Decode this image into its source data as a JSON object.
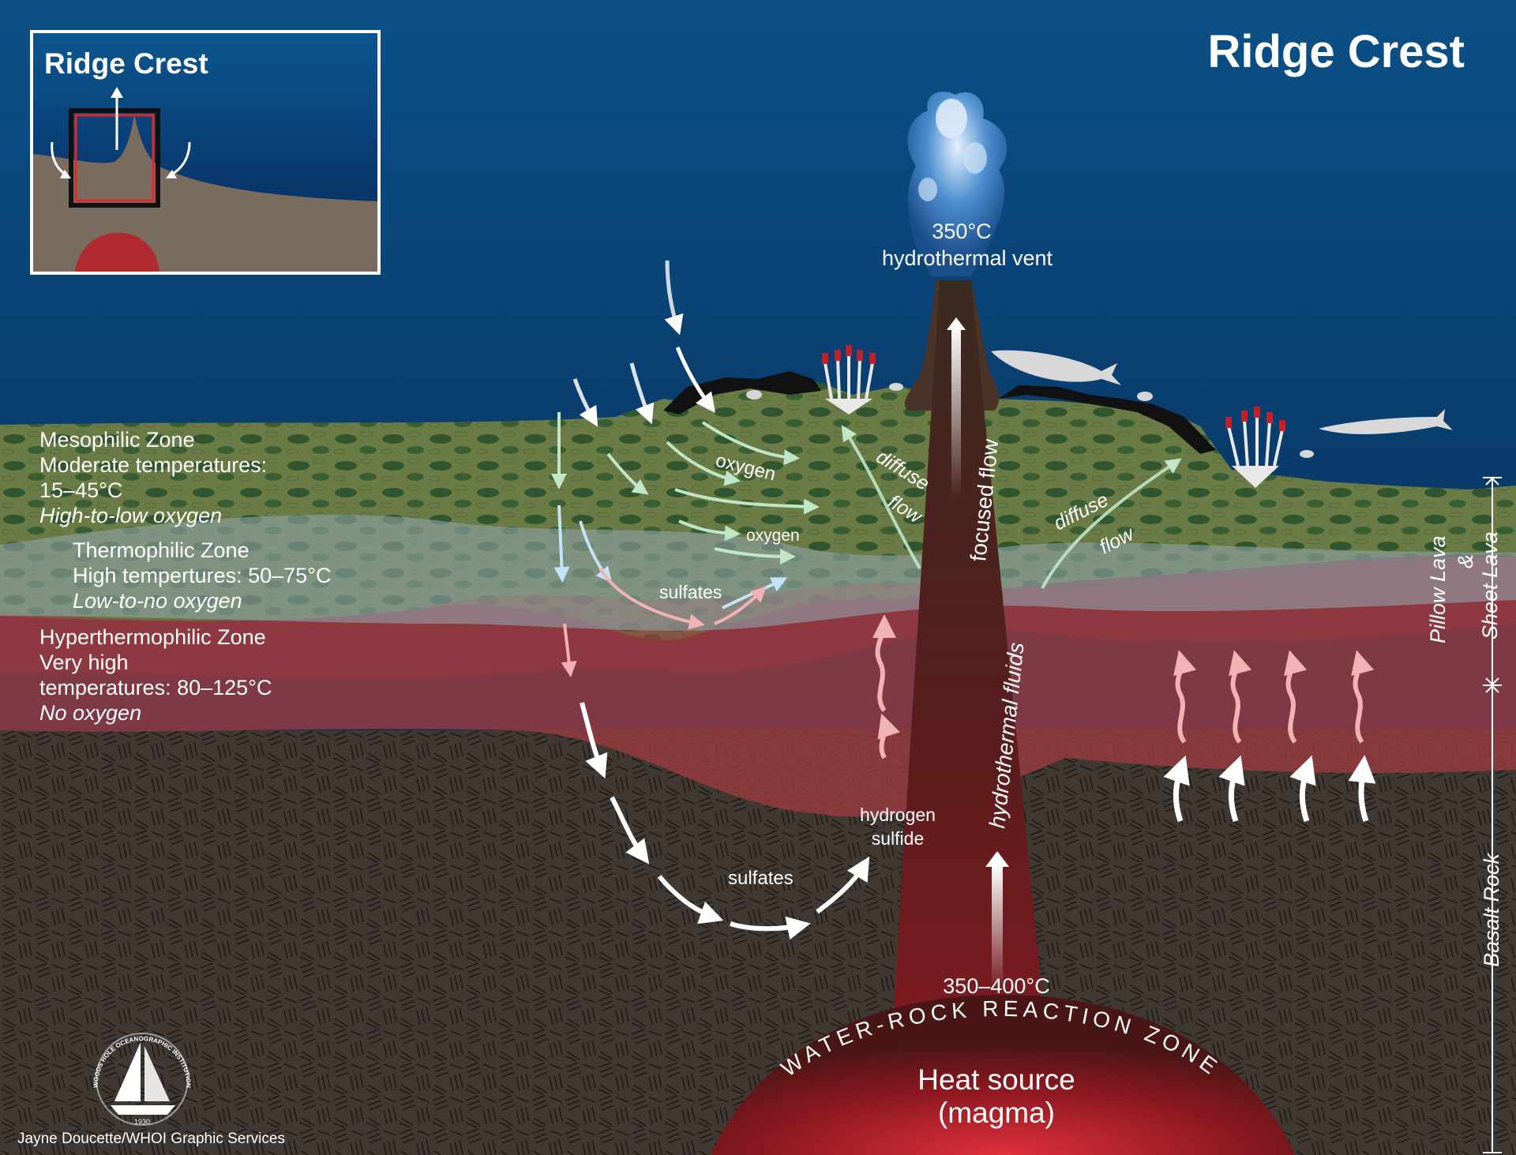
{
  "title": "Ridge Crest",
  "inset": {
    "title": "Ridge Crest"
  },
  "vent": {
    "temp": "350°C",
    "label": "hydrothermal vent"
  },
  "zones": {
    "meso": {
      "line1": "Mesophilic Zone",
      "line2": "Moderate temperatures:",
      "line3": "15–45°C",
      "line4": "High-to-low oxygen"
    },
    "thermo": {
      "line1": "Thermophilic Zone",
      "line2": "High tempertures: 50–75°C",
      "line3": "Low-to-no oxygen"
    },
    "hyper": {
      "line1": "Hyperthermophilic Zone",
      "line2": "Very high",
      "line3": "temperatures: 80–125°C",
      "line4": "No oxygen"
    }
  },
  "flow_labels": {
    "oxygen_1": "oxygen",
    "oxygen_2": "oxygen",
    "sulfates_1": "sulfates",
    "sulfates_2": "sulfates",
    "hydrogen": "hydrogen",
    "sulfide": "sulfide",
    "diffuse_left": "diffuse",
    "flow_left": "flow",
    "diffuse_right": "diffuse",
    "flow_right": "flow",
    "focused_flow": "focused flow",
    "hydrothermal_fluids": "hydrothermal fluids"
  },
  "deep": {
    "temp": "350–400°C",
    "reaction_zone": "WATER-ROCK REACTION ZONE",
    "heat_line1": "Heat source",
    "heat_line2": "(magma)"
  },
  "scale": {
    "pillow": "Pillow Lava",
    "amp": "&",
    "sheet": "Sheet Lava",
    "basalt": "Basalt Rock"
  },
  "logo": {
    "arc_text": "WOODS HOLE OCEANOGRAPHIC INSTITUTION",
    "year": "1930"
  },
  "credit": "Jayne Doucette/WHOI Graphic Services",
  "colors": {
    "ocean_top": "#0b4f80",
    "ocean_bottom": "#06214a",
    "pillow_lava": "#6d7d45",
    "thermo_band": "#8fa3a8",
    "hyper_band": "#9a3a40",
    "basalt": "#3f3833",
    "magma": "#b0202a",
    "oxygen_arrow": "#bfe6c6",
    "sulfate_arrow": "#f1b2b4",
    "thermo_arrow": "#c4e2f5"
  }
}
